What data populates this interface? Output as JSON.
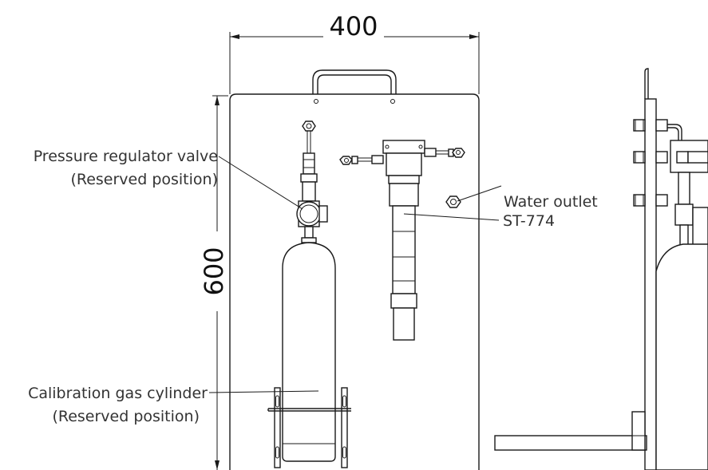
{
  "dimensions": {
    "width_label": "400",
    "height_label": "600"
  },
  "callouts": {
    "regulator_line1": "Pressure regulator valve",
    "regulator_line2": "(Reserved position)",
    "water_outlet": "Water outlet",
    "sensor": "ST-774",
    "cylinder_line1": "Calibration gas cylinder",
    "cylinder_line2": "(Reserved position)"
  }
}
